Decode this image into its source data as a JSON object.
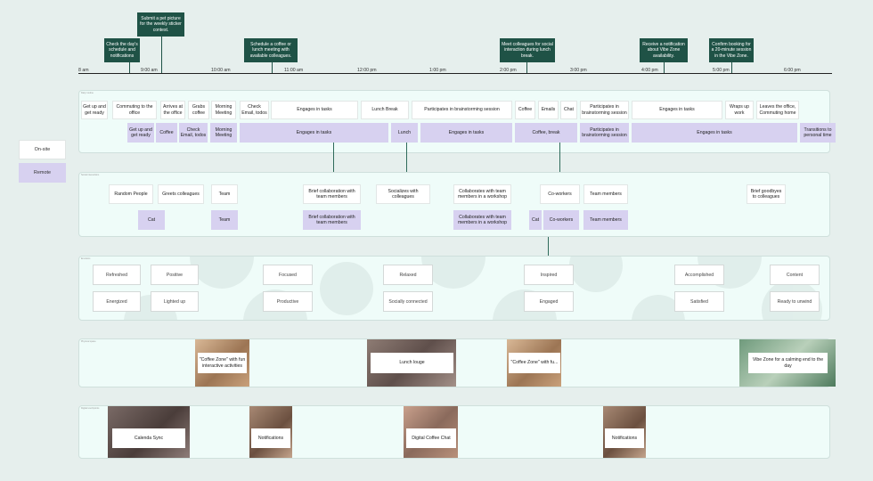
{
  "annotations": [
    "Check the day's schedule and notifications",
    "Submit a pet picture for the weekly sticker contest.",
    "Schedule a coffee or lunch meeting with available colleagues.",
    "Meet colleagues for social interaction during lunch break.",
    "Receive a notification about Vibe Zone availability.",
    "Confirm booking for a 20-minute session in the Vibe Zone."
  ],
  "times": [
    "8 am",
    "9:00 am",
    "10:00 am",
    "11:00 am",
    "12:00 pm",
    "1:00 pm",
    "2:00 pm",
    "3:00 pm",
    "4:00 pm",
    "5:00 pm",
    "6:00 pm"
  ],
  "legend": {
    "onsite": "On-site",
    "remote": "Remote"
  },
  "lane_titles": [
    "Daily routine",
    "Social interactions",
    "Emotions",
    "Physical space",
    "Digital touchpoints"
  ],
  "activities_onsite": [
    "Get up and get ready",
    "Commuting to the office",
    "Arrives at the office",
    "Grabs coffee",
    "Morning Meeting",
    "Check Email, todos",
    "Engages in tasks",
    "Lunch Break",
    "Participates in brainstorming session",
    "Coffee",
    "Emails",
    "Chat",
    "Participates in brainstorming session",
    "Engages in tasks",
    "Wraps up work",
    "Leaves the office, Commuting home"
  ],
  "activities_remote": [
    "Get up and get ready",
    "Coffee",
    "Check Email, todos",
    "Morning Meeting",
    "Engages in tasks",
    "Lunch",
    "Engages in tasks",
    "Coffee, break",
    "Participates in brainstorming session",
    "Engages in tasks",
    "Transitions to personal time"
  ],
  "social_onsite": [
    "Random People",
    "Greets colleagues",
    "Team",
    "Brief collaboration with team members",
    "Socializes with colleagues",
    "Collaborates with team members in a workshop",
    "Co-workers",
    "Team members",
    "Brief goodbyes to colleagues"
  ],
  "social_remote": [
    "Cat",
    "Team",
    "Brief collaboration with team members",
    "Collaborates with team members in a workshop",
    "Cat",
    "Co-workers",
    "Team members"
  ],
  "emotions": [
    "Refreshed",
    "Positive",
    "Energized",
    "Lighted up",
    "Focused",
    "Productive",
    "Relaxed",
    "Socially connected",
    "Inspired",
    "Engaged",
    "Accomplished",
    "Satisfied",
    "Content",
    "Ready to unwind"
  ],
  "physical": [
    "\"Coffee Zone\" with fun interactive activities",
    "Lunch louge",
    "\"Coffee Zone\" with fu...",
    "Vibe Zone for a calming end to the day"
  ],
  "digital": [
    "Calenda Sync",
    "Notifications",
    "Digital Coffee Chat",
    "Notifications"
  ],
  "colors": {
    "note": "#1f5246",
    "lane_bg": "#effcf9",
    "remote": "#d7d1f0",
    "page_bg": "#e6efed"
  }
}
